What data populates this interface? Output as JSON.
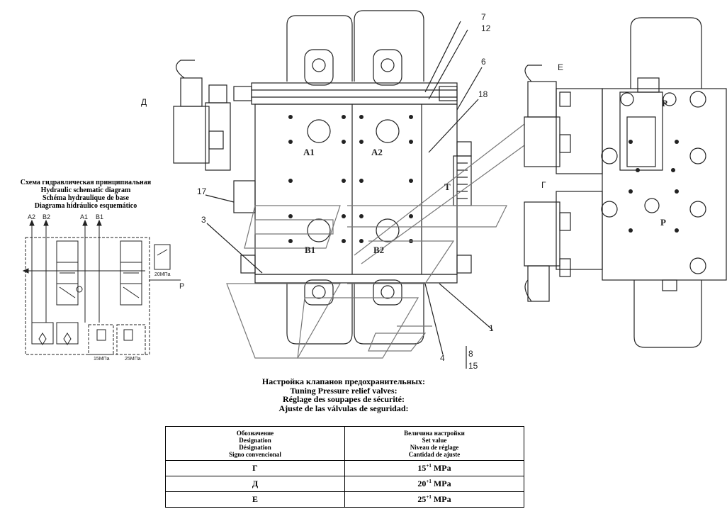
{
  "schematic": {
    "title_lines": [
      "Схема гидравлическая принципиальная",
      "Hydraulic schematic diagram",
      "Schéma hydraulique de base",
      "Diagrama hidráulico esquemático"
    ],
    "port_labels": [
      "A2",
      "B2",
      "A1",
      "B1"
    ],
    "pressure_top": "20МПа",
    "pressure_left": "15МПа",
    "pressure_right": "25МПа",
    "supply_port": "P"
  },
  "front_view": {
    "port_a1": "A1",
    "port_a2": "A2",
    "port_b1": "B1",
    "port_b2": "B2",
    "port_t": "T",
    "valve_d": "Д",
    "callouts": [
      "7",
      "12",
      "6",
      "18",
      "17",
      "3",
      "1",
      "4",
      "8",
      "15"
    ]
  },
  "side_view": {
    "valve_e": "Е",
    "valve_g": "Г",
    "port_p": "P"
  },
  "tuning": {
    "title_lines": [
      "Настройка клапанов предохранительных:",
      "Tuning Pressure relief valves:",
      "Réglage des soupapes de sécurité:",
      "Ajuste de las válvulas de seguridad:"
    ],
    "header_left": [
      "Обозначение",
      "Designation",
      "Désignation",
      "Signo convencional"
    ],
    "header_right": [
      "Величина настройки",
      "Set value",
      "Niveau de réglage",
      "Cantidad de ajuste"
    ],
    "rows": [
      {
        "designation": "Г",
        "value": "15",
        "tol": "+1",
        "unit": "MPa"
      },
      {
        "designation": "Д",
        "value": "20",
        "tol": "+1",
        "unit": "MPa"
      },
      {
        "designation": "Е",
        "value": "25",
        "tol": "+1",
        "unit": "MPa"
      }
    ]
  }
}
